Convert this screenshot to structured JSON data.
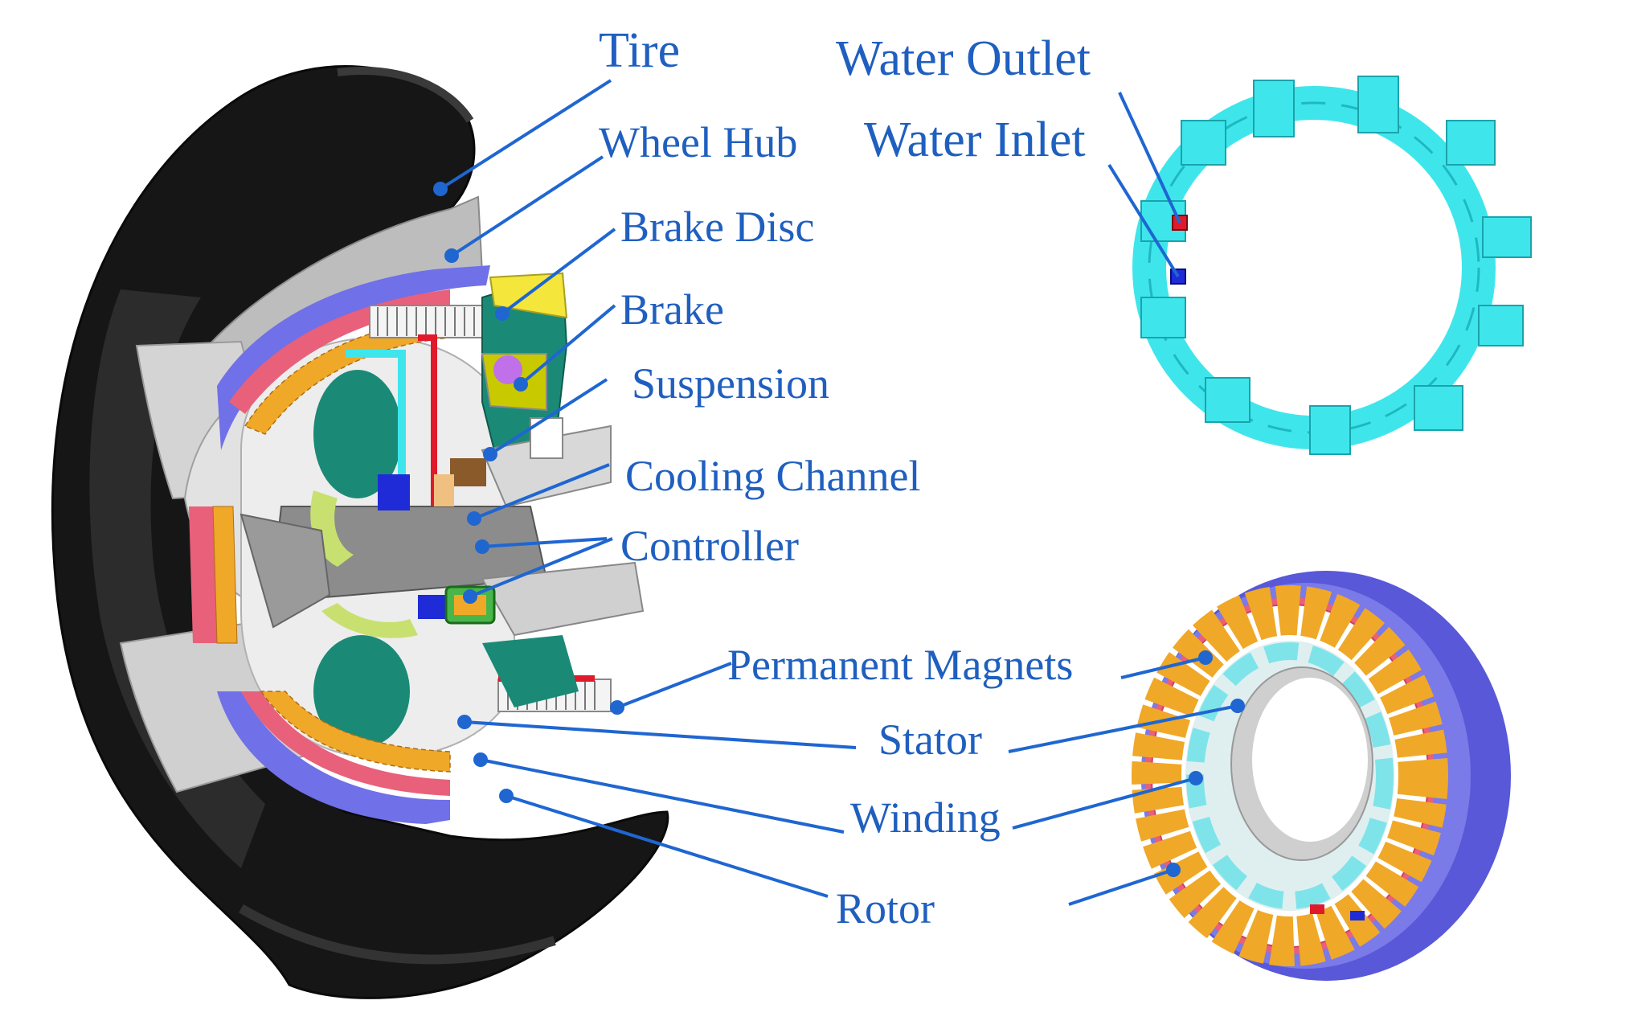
{
  "colors": {
    "label": "#1f5fbf",
    "leader": "#1f66d1",
    "tire": "#161616",
    "tire_side": "#2a2a2a",
    "hub_gray": "#c8c8c8",
    "rotor_violet": "#7070e8",
    "magnet_pink": "#e8607a",
    "winding_orange": "#f0a828",
    "cooling_cyan": "#3ee6ec",
    "brake_green": "#1a8a76",
    "brake_yellow": "#f4e63a",
    "inlet_blue": "#1e2bd6",
    "outlet_red": "#e01a2a"
  },
  "labels": {
    "tire": "Tire",
    "wheel_hub": "Wheel Hub",
    "brake_disc": "Brake Disc",
    "brake": "Brake",
    "suspension": "Suspension",
    "cooling_channel": "Cooling Channel",
    "controller": "Controller",
    "water_outlet": "Water Outlet",
    "water_inlet": "Water Inlet",
    "permanent_magnets": "Permanent Magnets",
    "stator": "Stator",
    "winding": "Winding",
    "rotor": "Rotor"
  }
}
